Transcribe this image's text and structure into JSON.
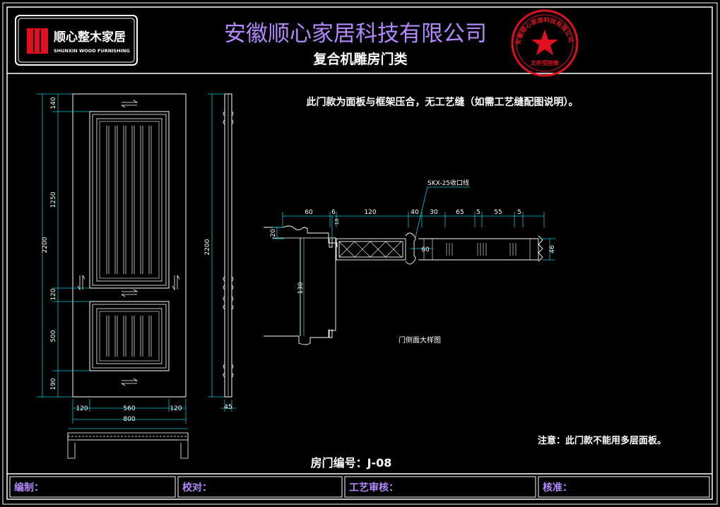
{
  "header": {
    "company_title": "安徽顺心家居科技有限公司",
    "drawing_category": "复合机雕房门类",
    "logo": {
      "brand_cn": "顺心整木家居",
      "brand_en": "SHUNXIN WOOD FURNISHING"
    },
    "stamp": {
      "top_text": "安徽顺心家居科技有限公司",
      "bottom_text": "文件受控章"
    }
  },
  "notes": {
    "top_note": "此门款为面板与框架压合，无工艺缝（如需工艺缝配图说明）。",
    "bottom_note": "注意：此门款不能用多层面板。"
  },
  "door_elevation": {
    "height_total": "2200",
    "segments_vertical": [
      "140",
      "1250",
      "120",
      "500",
      "190"
    ],
    "side_height": "2200",
    "thickness": "45",
    "width_parts": [
      "120",
      "560",
      "120"
    ],
    "width_total": "800"
  },
  "detail": {
    "callout": "SKX-25收口线",
    "caption": "门侧面大样图",
    "top_dims": [
      "60",
      "6",
      "120",
      "40",
      "30",
      "65",
      "5",
      "55",
      "5"
    ],
    "small_dims": {
      "left_height": "20",
      "inner_height": "130",
      "gap": "10",
      "width_60": "60",
      "right_thickness": "46"
    }
  },
  "door_number": "房门编号：J-08",
  "title_block": {
    "drawn_by": "编制：",
    "checked_by": "校对：",
    "process_review": "工艺审核：",
    "approved_by": "核准："
  },
  "colors": {
    "frame_line": "#ffffff",
    "dimension": "#00c8d8",
    "title_purple": "#b388ff",
    "stamp_red": "#e01020",
    "label_yellow": "#ffe04a"
  }
}
